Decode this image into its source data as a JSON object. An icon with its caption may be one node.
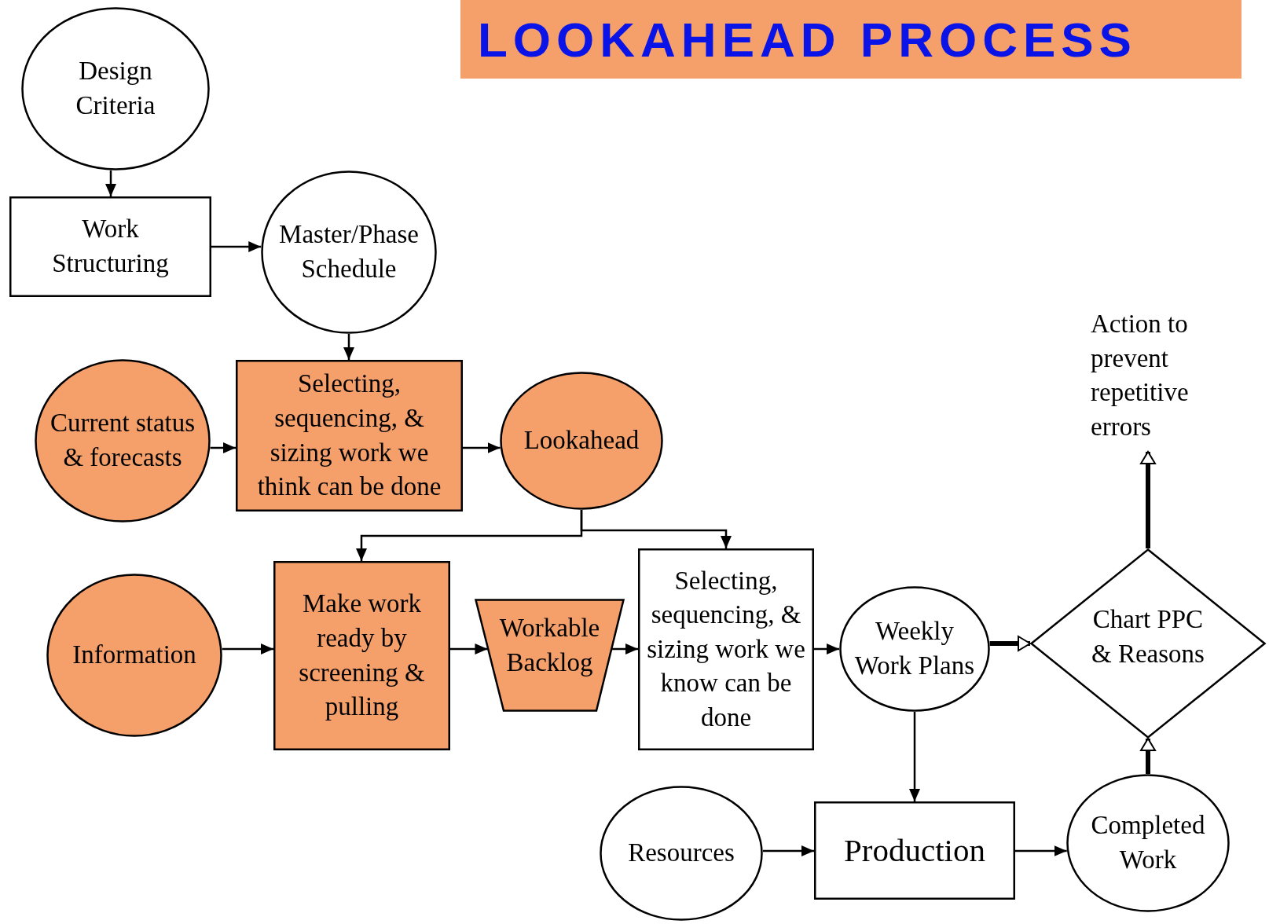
{
  "diagram": {
    "title": "LOOKAHEAD PROCESS",
    "nodes": [
      {
        "text": [
          "Design Criteria"
        ]
      },
      {
        "text": [
          "Work Structuring"
        ]
      },
      {
        "text": [
          "Master/Phase Schedule"
        ]
      },
      {
        "text": [
          "Current status & forecasts"
        ]
      },
      {
        "text": [
          "Selecting, sequencing, & sizing work we think can be done"
        ]
      },
      {
        "text": [
          "Lookahead"
        ]
      },
      {
        "text": [
          "Information"
        ]
      },
      {
        "text": [
          "Make work ready by screening & pulling"
        ]
      },
      {
        "text": [
          "Workable Backlog"
        ]
      },
      {
        "text": [
          "Selecting, sequencing, & sizing work we know can be done"
        ]
      },
      {
        "text": [
          "Weekly Work Plans"
        ]
      },
      {
        "text": [
          "Chart PPC & Reasons"
        ]
      },
      {
        "text": [
          "Action to prevent repetitive errors"
        ]
      },
      {
        "text": [
          "Resources"
        ]
      },
      {
        "text": [
          "Production"
        ]
      },
      {
        "text": [
          "Completed Work"
        ]
      }
    ],
    "edges": [
      {
        "from": 0,
        "to": 1,
        "arrow": "to"
      },
      {
        "from": 1,
        "to": 2,
        "arrow": "to"
      },
      {
        "from": 2,
        "to": 4,
        "arrow": "to"
      },
      {
        "from": 3,
        "to": 4,
        "arrow": "to"
      },
      {
        "from": 4,
        "to": 5,
        "arrow": "to"
      },
      {
        "from": 5,
        "to": 7,
        "arrow": "to"
      },
      {
        "from": 5,
        "to": 9,
        "arrow": "to"
      },
      {
        "from": 6,
        "to": 7,
        "arrow": "to"
      },
      {
        "from": 7,
        "to": 8,
        "arrow": "to"
      },
      {
        "from": 8,
        "to": 9,
        "arrow": "to"
      },
      {
        "from": 9,
        "to": 10,
        "arrow": "to"
      },
      {
        "from": 10,
        "to": 11,
        "arrow": "to",
        "style": "thick"
      },
      {
        "from": 11,
        "to": 12,
        "arrow": "to",
        "style": "thick"
      },
      {
        "from": 15,
        "to": 11,
        "arrow": "to",
        "style": "thick"
      },
      {
        "from": 10,
        "to": 14,
        "arrow": "to"
      },
      {
        "from": 13,
        "to": 14,
        "arrow": "to"
      },
      {
        "from": 14,
        "to": 15,
        "arrow": "to"
      }
    ]
  }
}
